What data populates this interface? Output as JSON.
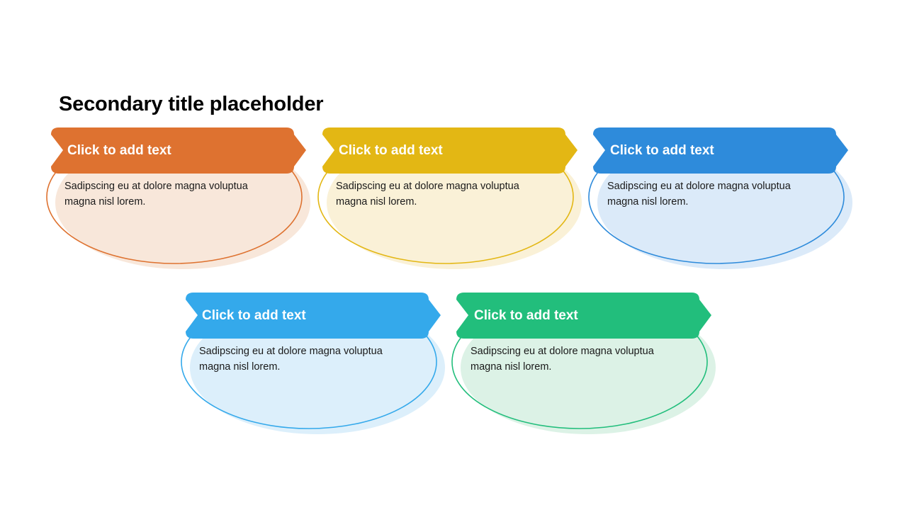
{
  "slide": {
    "title": "Secondary title placeholder",
    "background_color": "#FFFFFF",
    "title_color": "#000000"
  },
  "cards": [
    {
      "id": "card-1",
      "banner_label": "Click to add text",
      "body_text": "Sadipscing eu at dolore magna voluptua magna nisl lorem.",
      "accent_color": "#DE7230",
      "tint_color": "#F8E7DA",
      "banner_text_color": "#FFFFFF",
      "body_text_color": "#1A1A1A"
    },
    {
      "id": "card-2",
      "banner_label": "Click to add text",
      "body_text": "Sadipscing eu at dolore magna voluptua magna nisl lorem.",
      "accent_color": "#E3B714",
      "tint_color": "#FAF1D7",
      "banner_text_color": "#FFFFFF",
      "body_text_color": "#1A1A1A"
    },
    {
      "id": "card-3",
      "banner_label": "Click to add text",
      "body_text": "Sadipscing eu at dolore magna voluptua magna nisl lorem.",
      "accent_color": "#2E8BDB",
      "tint_color": "#DBEAF9",
      "banner_text_color": "#FFFFFF",
      "body_text_color": "#1A1A1A"
    },
    {
      "id": "card-4",
      "banner_label": "Click to add text",
      "body_text": "Sadipscing eu at dolore magna voluptua magna nisl lorem.",
      "accent_color": "#34A9EB",
      "tint_color": "#DCEFFB",
      "banner_text_color": "#FFFFFF",
      "body_text_color": "#1A1A1A"
    },
    {
      "id": "card-5",
      "banner_label": "Click to add text",
      "body_text": "Sadipscing eu at dolore magna voluptua magna nisl lorem.",
      "accent_color": "#22BE7C",
      "tint_color": "#DCF2E6",
      "banner_text_color": "#FFFFFF",
      "body_text_color": "#1A1A1A"
    }
  ]
}
